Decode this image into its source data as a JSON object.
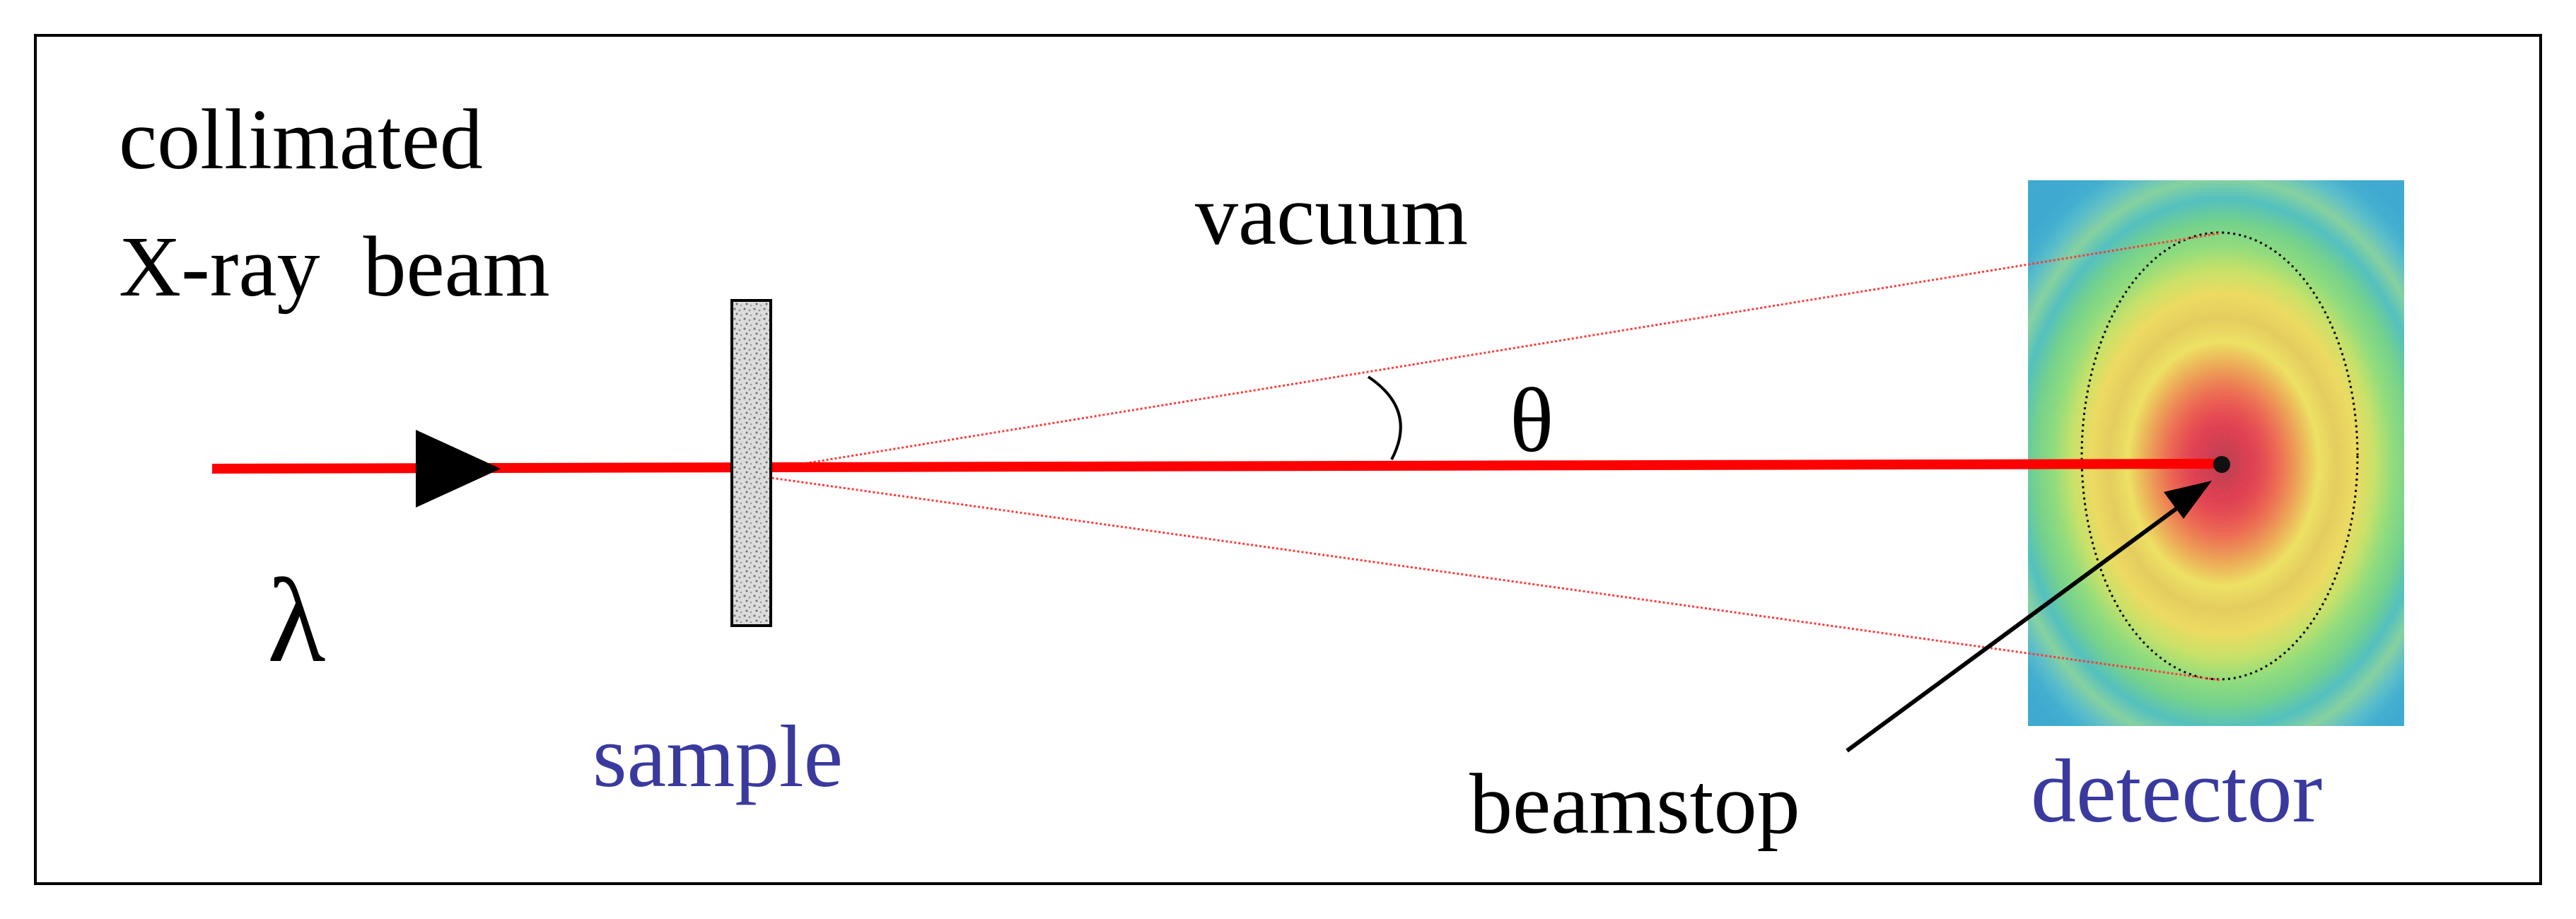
{
  "labels": {
    "beam_line1": "collimated",
    "beam_line2": "X-ray  beam",
    "wavelength": "λ",
    "sample": "sample",
    "vacuum": "vacuum",
    "angle": "θ",
    "beamstop": "beamstop",
    "detector": "detector"
  },
  "colors": {
    "beam": "#ff0000",
    "scatter_line": "#ff3b3b",
    "text": "#000000",
    "accent_text": "#3a3a9e",
    "frame": "#000000",
    "sample_fill": "#c8c8c8",
    "detector_background": "#3cb6d2",
    "detector_rings": [
      "#3db8d6",
      "#6fd0e0",
      "#9be86a",
      "#ecf04a",
      "#f5d23a",
      "#ffee40",
      "#ff9a1a",
      "#ff4a10",
      "#e00000"
    ]
  },
  "icons": {
    "beam_direction": "arrowhead-icon",
    "beamstop_pointer": "arrow-icon"
  }
}
